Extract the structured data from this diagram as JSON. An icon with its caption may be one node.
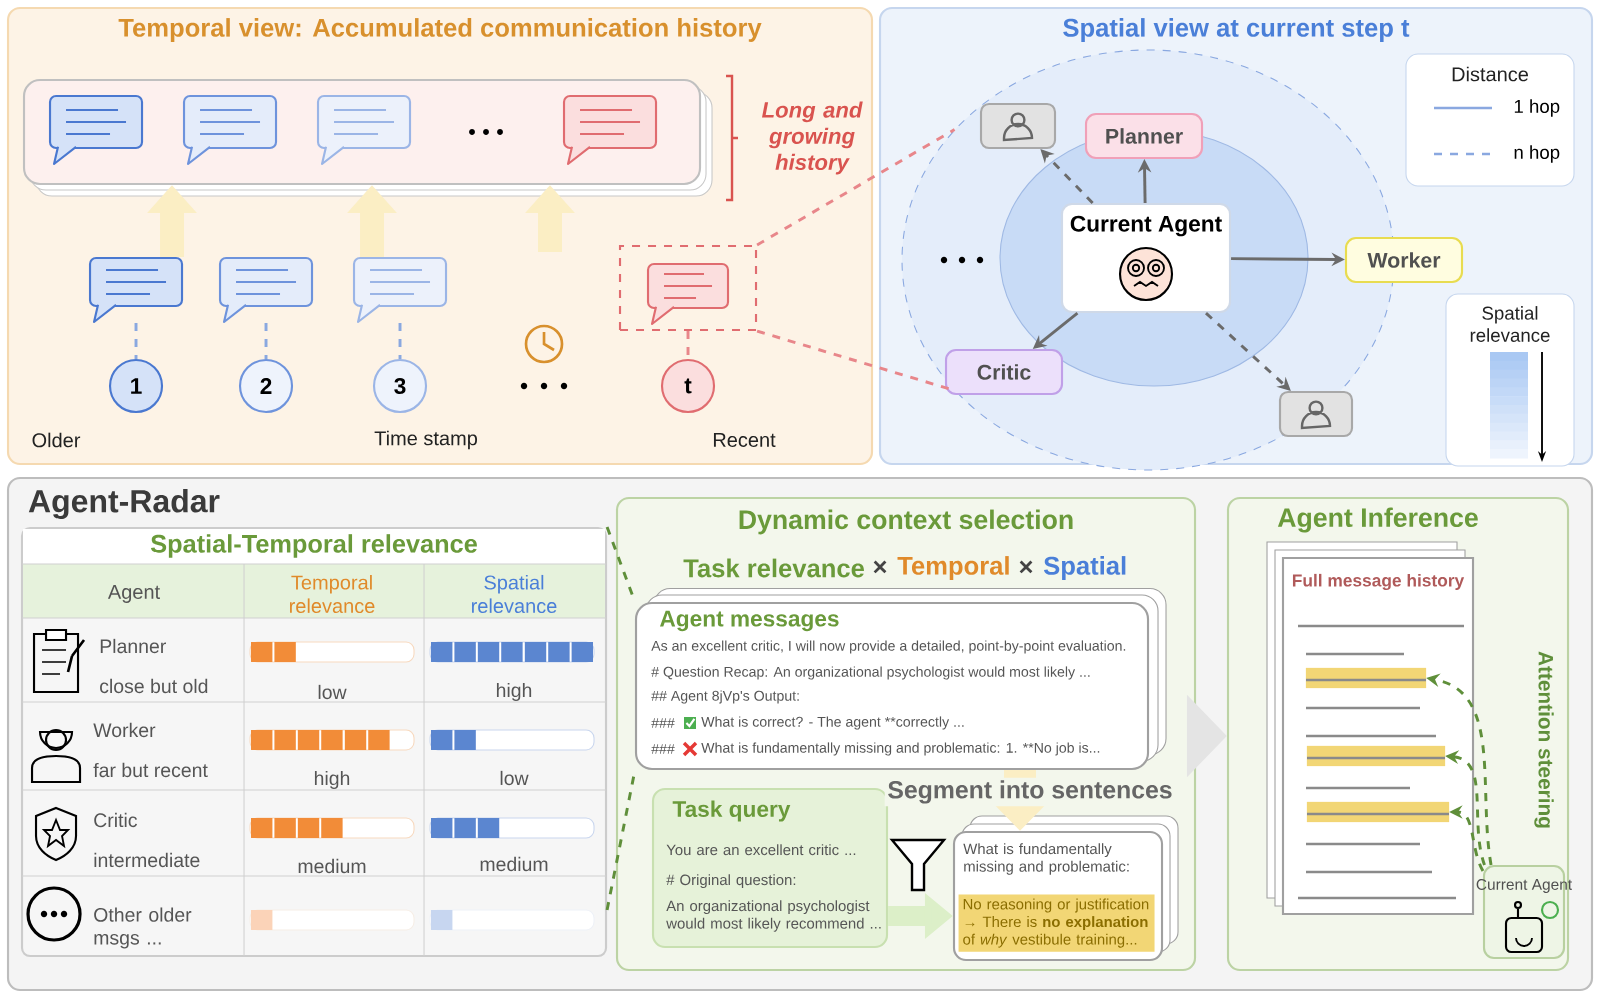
{
  "diagram": {
    "nodes": [
      {
        "text": [
          "Temporal view: Accumulated communication history"
        ]
      },
      {
        "text": [],
        "shape": "box",
        "in": 0,
        "beside": [
          "Long and growing history"
        ]
      },
      {
        "text": [],
        "shape": "bubble",
        "in": 0
      },
      {
        "text": [],
        "shape": "bubble",
        "in": 0
      },
      {
        "text": [],
        "shape": "bubble",
        "in": 0
      },
      {
        "text": [],
        "shape": "bubble",
        "in": 0
      },
      {
        "text": [
          "1"
        ],
        "in": 0
      },
      {
        "text": [
          "2"
        ],
        "in": 0
      },
      {
        "text": [
          "3"
        ],
        "in": 0
      },
      {
        "text": [
          "t"
        ],
        "in": 0
      },
      {
        "text": [
          "Spatial view at current step t"
        ]
      },
      {
        "text": [],
        "shape": "circle",
        "in": 10
      },
      {
        "text": [
          "Current Agent"
        ],
        "in": 11
      },
      {
        "text": [
          "Planner"
        ],
        "in": 11
      },
      {
        "text": [
          "Worker"
        ],
        "in": 10
      },
      {
        "text": [
          "Critic"
        ],
        "in": 11
      },
      {
        "text": [],
        "shape": "person",
        "in": 11
      },
      {
        "text": [],
        "shape": "person",
        "in": 10
      },
      {
        "text": [
          "Agent-Radar"
        ]
      },
      {
        "text": [
          "Spatial-Temporal relevance"
        ],
        "in": 18
      },
      {
        "text": [
          "Dynamic context selection"
        ],
        "in": 18
      },
      {
        "text": [
          "Agent messages",
          "As an excellent critic, I will now provide a detailed, point-by-point evaluation.",
          "# Question Recap:  An organizational psychologist would most likely ...",
          "## Agent 8jVp's Output:",
          "###",
          "What is correct? - The agent **correctly ...",
          "###",
          "What is fundamentally missing and problematic: 1. **No job is..."
        ],
        "in": 20
      },
      {
        "text": [
          "Task query",
          "You are an excellent critic ...",
          "# Original question:",
          "An organizational psychologist would most likely recommend ..."
        ],
        "in": 20
      },
      {
        "text": [
          "What is fundamentally missing and problematic:",
          "No reasoning or justification → There is **no explanation** of *why* vestibule training..."
        ],
        "in": 20
      },
      {
        "text": [
          "Agent Inference"
        ],
        "in": 18
      },
      {
        "text": [
          "Full message history"
        ],
        "in": 24
      },
      {
        "text": [],
        "shape": "bar",
        "in": 25
      },
      {
        "text": [],
        "shape": "bar",
        "in": 25
      },
      {
        "text": [],
        "shape": "bar",
        "in": 25
      },
      {
        "text": [
          "Current Agent"
        ],
        "in": 24
      }
    ],
    "edges": [
      {
        "from": 2,
        "to": 1,
        "arrow": "to",
        "style": "thick",
        "color": "#fbeec4"
      },
      {
        "from": 4,
        "to": 1,
        "arrow": "to",
        "style": "thick",
        "color": "#fbeec4"
      },
      {
        "from": null,
        "to": 1,
        "arrow": "to",
        "style": "thick",
        "color": "#fbeec4"
      },
      {
        "from": 2,
        "to": 6,
        "arrow": "none",
        "style": "dashed",
        "color": "#8aa8e0"
      },
      {
        "from": 3,
        "to": 7,
        "arrow": "none",
        "style": "dashed",
        "color": "#8aa8e0"
      },
      {
        "from": 4,
        "to": 8,
        "arrow": "none",
        "style": "dashed",
        "color": "#8aa8e0"
      },
      {
        "from": 5,
        "to": 9,
        "arrow": "none",
        "style": "dashed",
        "color": "#e8868a"
      },
      {
        "from": 5,
        "to": 11,
        "arrow": "none",
        "style": "dashed",
        "color": "#e8868a"
      },
      {
        "from": 5,
        "to": 11,
        "arrow": "none",
        "style": "dashed",
        "color": "#e8868a"
      },
      {
        "from": 12,
        "to": 13,
        "arrow": "to"
      },
      {
        "from": 12,
        "to": 14,
        "arrow": "to"
      },
      {
        "from": 12,
        "to": 15,
        "arrow": "to"
      },
      {
        "from": 12,
        "to": 16,
        "arrow": "to",
        "style": "dashed"
      },
      {
        "from": 12,
        "to": 17,
        "arrow": "to",
        "style": "dashed"
      },
      {
        "from": 19,
        "to": 21,
        "arrow": "none",
        "style": "dashed",
        "color": "#5f8f3a"
      },
      {
        "from": 19,
        "to": 21,
        "arrow": "none",
        "style": "dashed",
        "color": "#5f8f3a"
      },
      {
        "from": 21,
        "to": 23,
        "arrow": "to",
        "style": "thick",
        "color": "#fbeec4",
        "label": "Segment into sentences"
      },
      {
        "from": 22,
        "to": 23,
        "arrow": "to",
        "style": "thick",
        "color": "#dcefc8"
      },
      {
        "from": 20,
        "to": 24,
        "arrow": "to",
        "style": "thick",
        "color": "#e4e4e4"
      },
      {
        "from": 29,
        "to": 26,
        "arrow": "to",
        "style": "dashed",
        "color": "#5f8f3a"
      },
      {
        "from": 29,
        "to": 27,
        "arrow": "to",
        "style": "dashed",
        "color": "#5f8f3a"
      },
      {
        "from": 29,
        "to": 28,
        "arrow": "to",
        "style": "dashed",
        "color": "#5f8f3a"
      }
    ],
    "labels": [
      "Older",
      "Time stamp",
      "Recent",
      "Distance",
      "Spatial relevance",
      "Agent",
      "Temporal relevance",
      "Spatial relevance",
      "Planner",
      "close but old",
      "low",
      "high",
      "Worker",
      "far but recent",
      "high",
      "low",
      "Critic",
      "intermediate",
      "medium",
      "medium",
      "Other older msgs ...",
      "Task relevance",
      "×",
      "Temporal",
      "×",
      "Spatial",
      "Attention steering"
    ],
    "legend": [
      {
        "text": "1 hop"
      },
      {
        "text": "n hop"
      }
    ]
  }
}
